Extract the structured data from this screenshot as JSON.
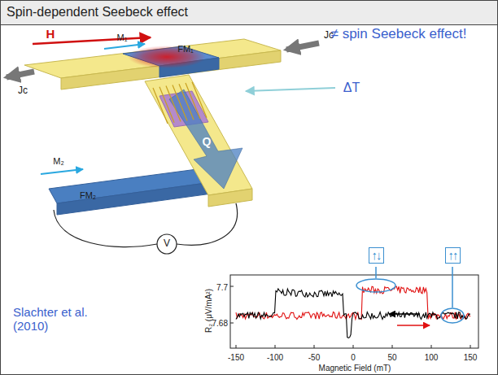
{
  "diagram": {
    "title": "Spin-dependent Seebeck effect",
    "nodes": [
      {
        "text": [
          "↑↓"
        ]
      },
      {
        "text": [
          "↑↑"
        ]
      }
    ],
    "labels": [
      "H",
      "M₁",
      "FM₁",
      "Jc",
      "Jc",
      "≠ spin Seebeck effect!",
      "ΔT",
      "M₂",
      "FM₂",
      "V",
      "Q",
      "Slachter et al. (2010)",
      "R₂ (μV/mA²)",
      "7.7",
      "7.68",
      "-150",
      "-100",
      "-50",
      "0",
      "50",
      "100",
      "150",
      "Magnetic Field (mT)"
    ]
  }
}
